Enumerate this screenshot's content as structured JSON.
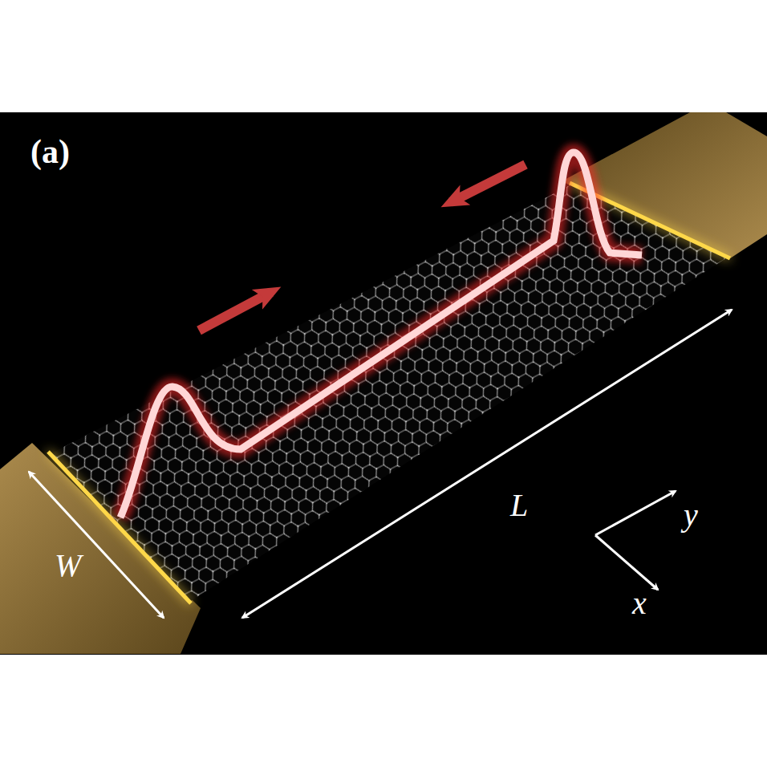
{
  "diagram": {
    "labels": [
      "(a)",
      "W",
      "L",
      "y",
      "x"
    ]
  }
}
